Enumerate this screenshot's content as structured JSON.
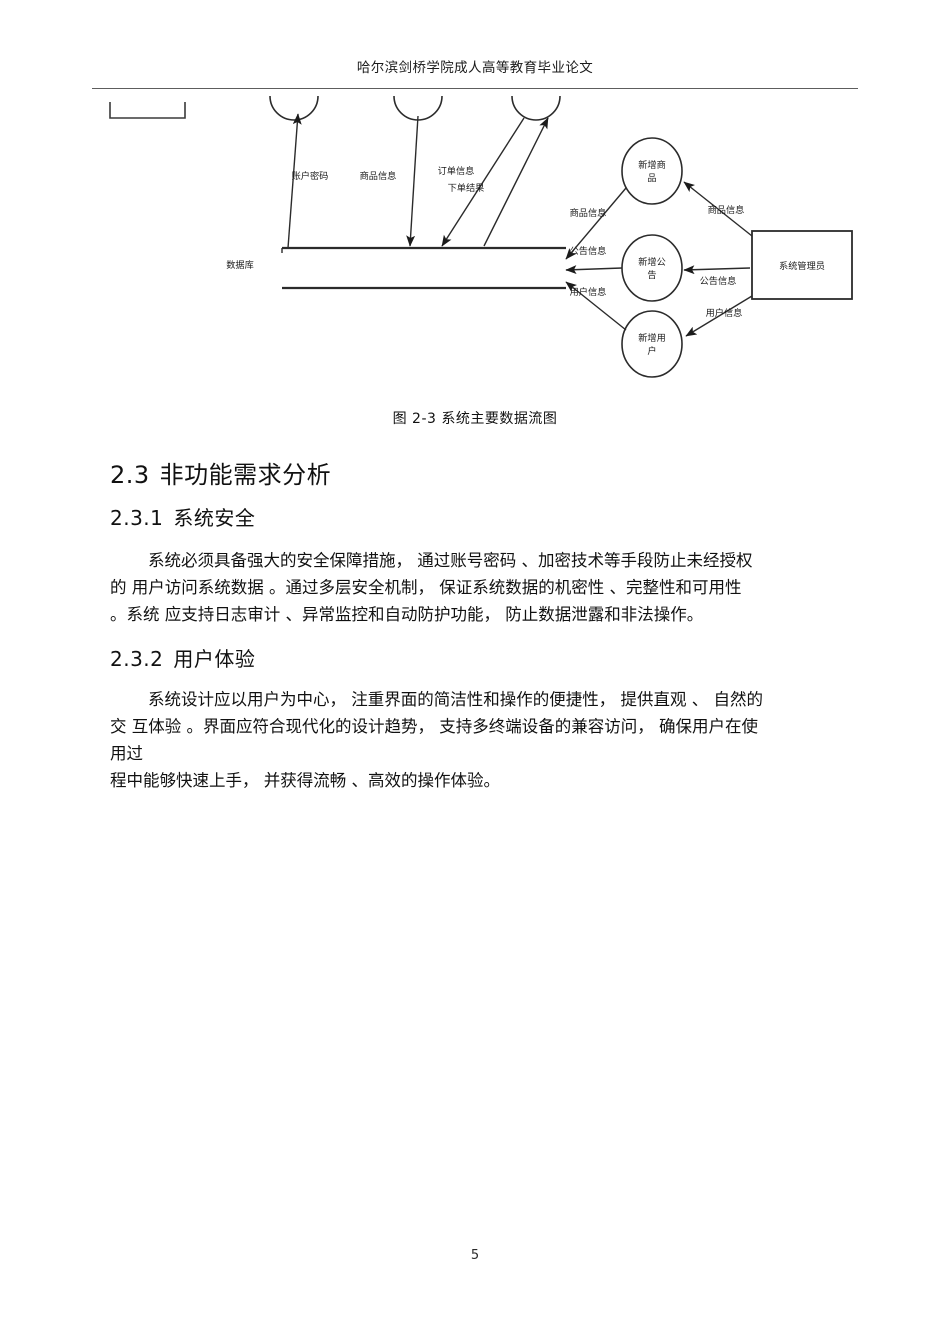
{
  "header": {
    "running_title": "哈尔滨剑桥学院成人高等教育毕业论文"
  },
  "figure": {
    "caption_number": "图 2-3",
    "caption_text": "系统主要数据流图",
    "caption_full": "图 2-3  系统主要数据流图",
    "nodes": {
      "datastore": "数据库",
      "process_add_product": "新增商品",
      "process_add_notice": "新增公告",
      "process_add_user": "新增用户",
      "entity_admin": "系统管理员"
    },
    "flow_labels": {
      "account_password": "账户密码",
      "product_info_left": "商品信息",
      "order_info": "订单信息",
      "order_result": "下单结果",
      "product_info_mid": "商品信息",
      "notice_info_mid": "公告信息",
      "user_info_mid": "用户信息",
      "product_info_right": "商品信息",
      "notice_info_right": "公告信息",
      "user_info_right": "用户信息"
    }
  },
  "sections": [
    {
      "number": "2.3",
      "title": "非功能需求分析"
    },
    {
      "number": "2.3.1",
      "title": "系统安全",
      "paragraph_lines": [
        "系统必须具备强大的安全保障措施， 通过账号密码 、加密技术等手段防止未经授权",
        "的 用户访问系统数据 。通过多层安全机制， 保证系统数据的机密性 、完整性和可用性",
        "。系统 应支持日志审计 、异常监控和自动防护功能， 防止数据泄露和非法操作。"
      ]
    },
    {
      "number": "2.3.2",
      "title": "用户体验",
      "paragraph_lines": [
        "系统设计应以用户为中心， 注重界面的简洁性和操作的便捷性， 提供直观 、 自然的",
        "交 互体验 。界面应符合现代化的设计趋势， 支持多终端设备的兼容访问， 确保用户在使",
        "用过",
        "程中能够快速上手， 并获得流畅 、高效的操作体验。"
      ]
    }
  ],
  "footer": {
    "page_number": "5"
  }
}
